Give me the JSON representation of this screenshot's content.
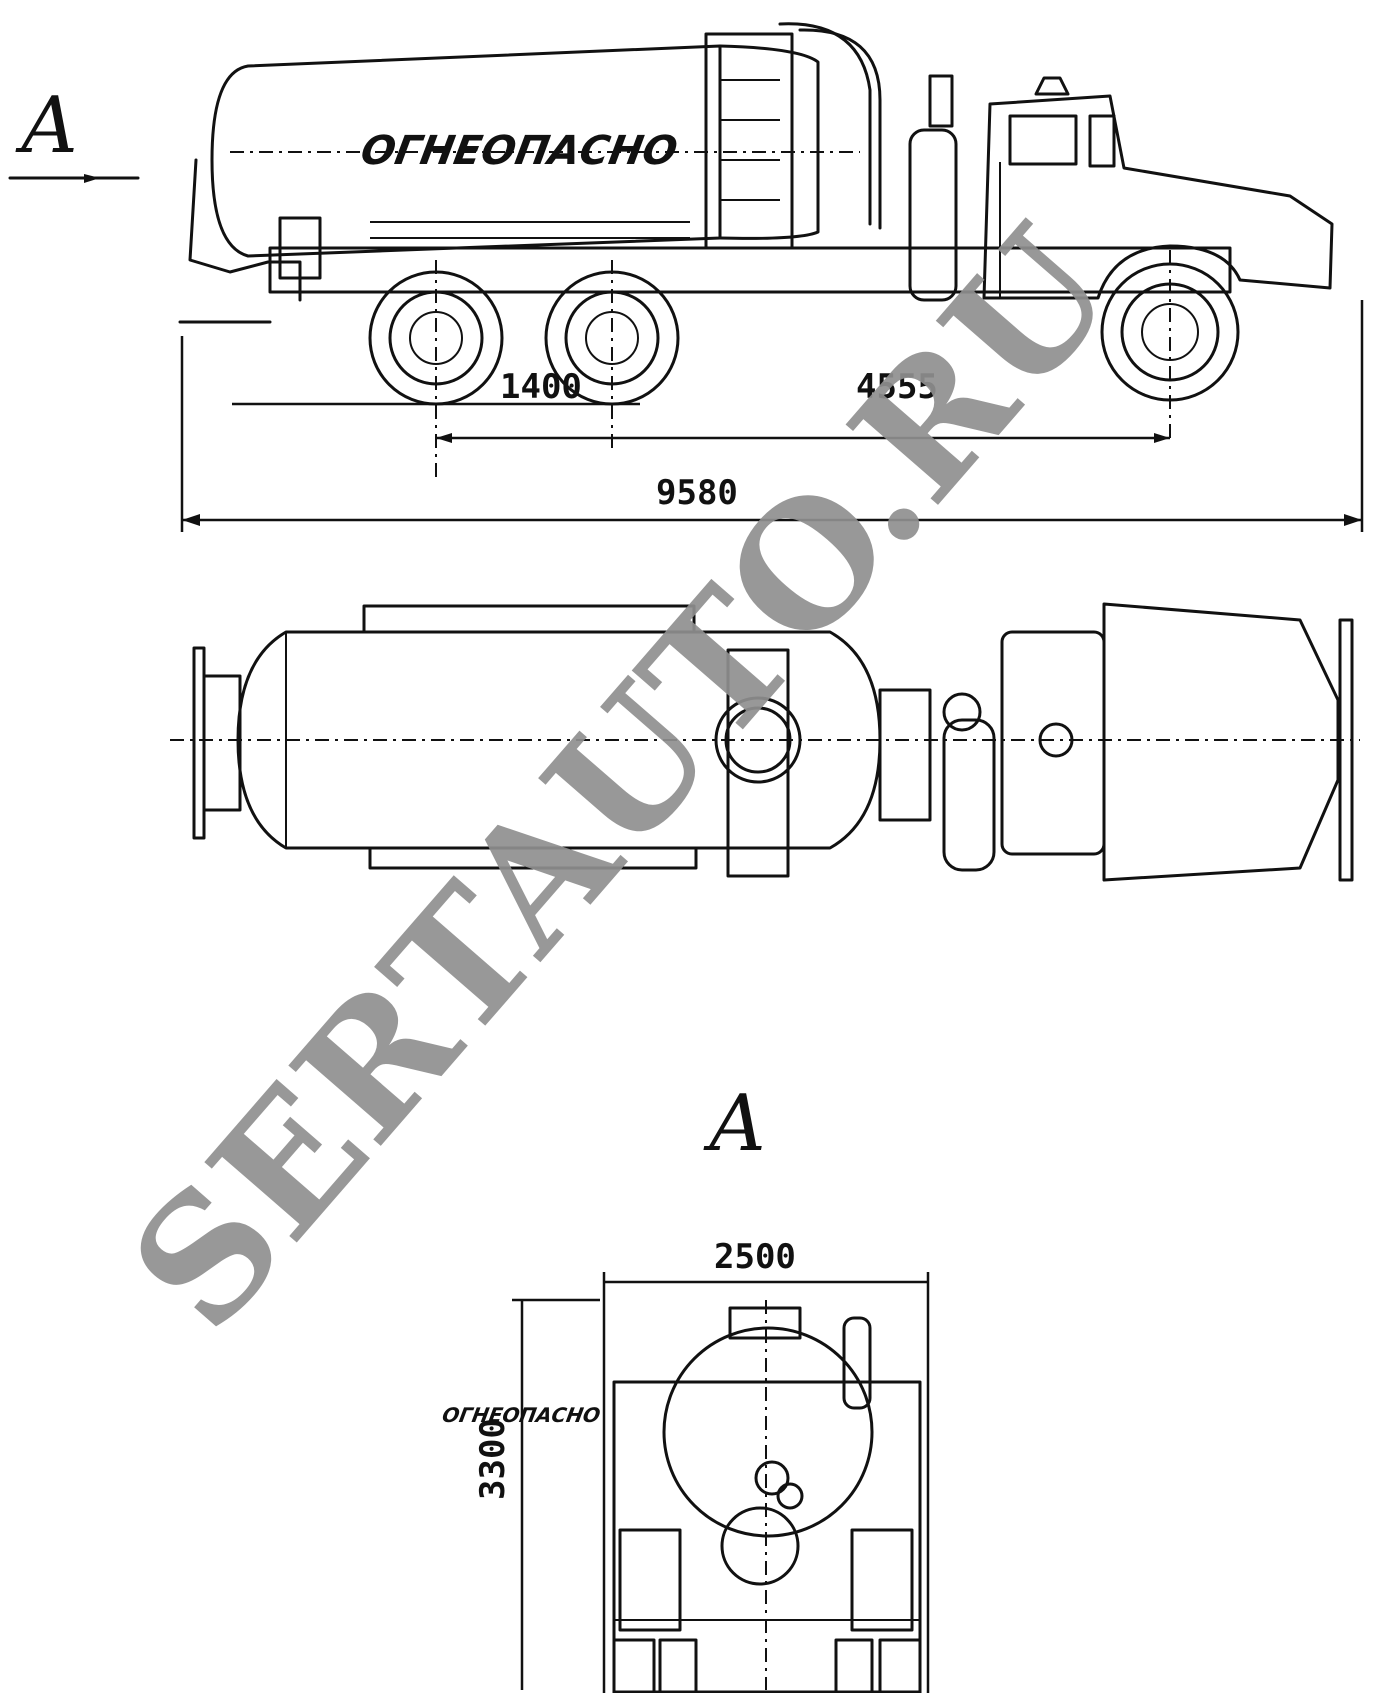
{
  "view_label": "А",
  "dimensions": {
    "wheel_spacing": "1400",
    "wheelbase": "4555",
    "overall_length": "9580",
    "overall_width": "2500",
    "overall_height": "3300"
  },
  "tank_marking": "ОГНЕОПАСНО",
  "rear_view_marking": "ОГНЕОПАСНО",
  "watermark": "SERTAUTO.RU"
}
